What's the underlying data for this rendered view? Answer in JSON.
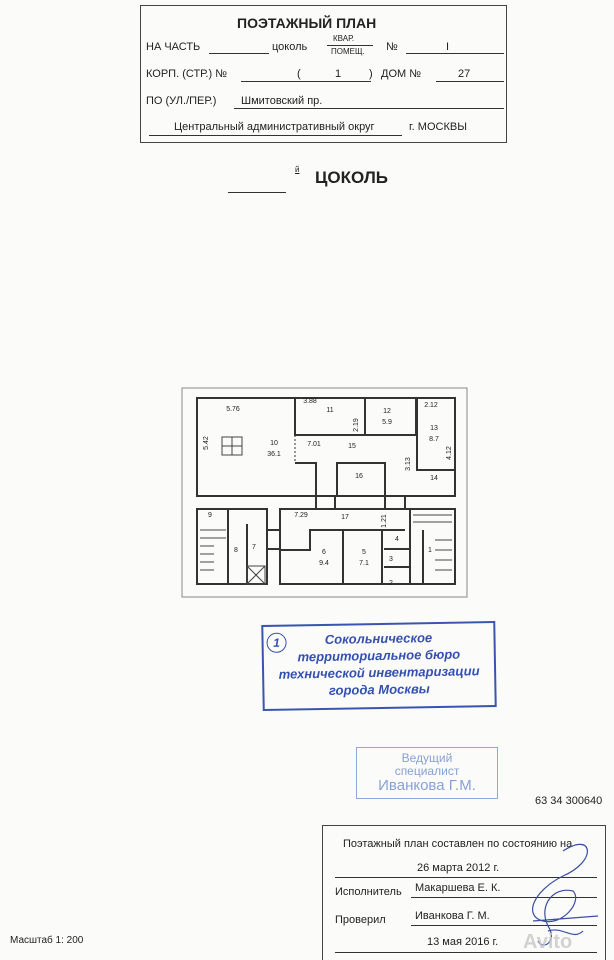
{
  "header": {
    "title": "ПОЭТАЖНЫЙ ПЛАН",
    "part_label": "НА ЧАСТЬ",
    "part_value": "цоколь",
    "kvar_label": "КВАР.",
    "pomesh_label": "ПОМЕЩ.",
    "number_label": "№",
    "number_value": "I",
    "korp_label": "КОРП. (СТР.) №",
    "korp_open": "(",
    "korp_value": "1",
    "korp_close": ")",
    "dom_label": "ДОМ №",
    "dom_value": "27",
    "street_label": "ПО (УЛ./ПЕР.)",
    "street_value": "Шмитовский пр.",
    "district": "Центральный административный округ",
    "city": "г. МОСКВЫ"
  },
  "floor": {
    "superscript": "й",
    "title": "ЦОКОЛЬ"
  },
  "plan": {
    "labels": [
      "5.76",
      "5.42",
      "10",
      "36.1",
      "3.88",
      "11",
      "2.19",
      "12",
      "5.9",
      "2.12",
      "13",
      "8.7",
      "4.12",
      "7.01",
      "15",
      "3.13",
      "16",
      "14",
      "9",
      "8",
      "7",
      "7.29",
      "17",
      "1.21",
      "6",
      "9.4",
      "5",
      "7.1",
      "4",
      "3",
      "2",
      "1"
    ]
  },
  "stamp_bti": {
    "circle": "1",
    "lines": [
      "Сокольническое",
      "территориальное бюро",
      "технической инвентаризации",
      "города Москвы"
    ]
  },
  "stamp_specialist": {
    "lines": [
      "Ведущий",
      "специалист",
      "Иванкова Г.М."
    ]
  },
  "doc_number": "63 34 300640",
  "signoff": {
    "state_text": "Поэтажный план составлен по состоянию на",
    "state_date": "26 марта 2012 г.",
    "executor_label": "Исполнитель",
    "executor_name": "Макаршева Е. К.",
    "checker_label": "Проверил",
    "checker_name": "Иванкова Г. М.",
    "check_date": "13 мая 2016 г."
  },
  "scale": "Масштаб 1: 200",
  "watermark": "Avito",
  "colors": {
    "stamp_blue": "#3650b0",
    "stamp_light": "#88a0d4"
  }
}
